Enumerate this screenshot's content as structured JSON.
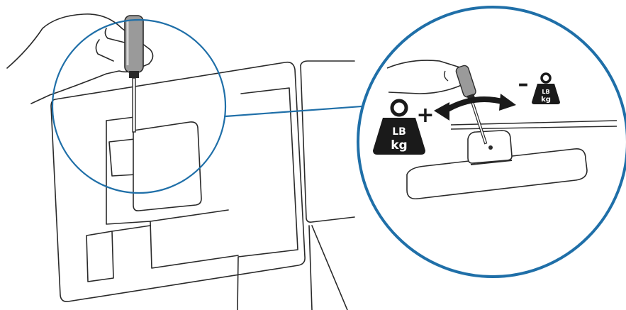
{
  "colors": {
    "callout_ring": "#1f6fa8",
    "line_art": "#2a2a2a",
    "panel_fill": "#ffffff",
    "weight_fill": "#1a1a1a",
    "arrow_fill": "#1a1a1a"
  },
  "callout": {
    "heavy_weight": {
      "unit_top": "LB",
      "unit_bottom": "kg",
      "sign": "+"
    },
    "light_weight": {
      "unit_top": "LB",
      "unit_bottom": "kg",
      "sign": "–"
    }
  },
  "icons": {
    "heavy": "weight-icon",
    "light": "weight-icon",
    "rotate": "curved-double-arrow-icon",
    "tool": "screwdriver-icon"
  }
}
